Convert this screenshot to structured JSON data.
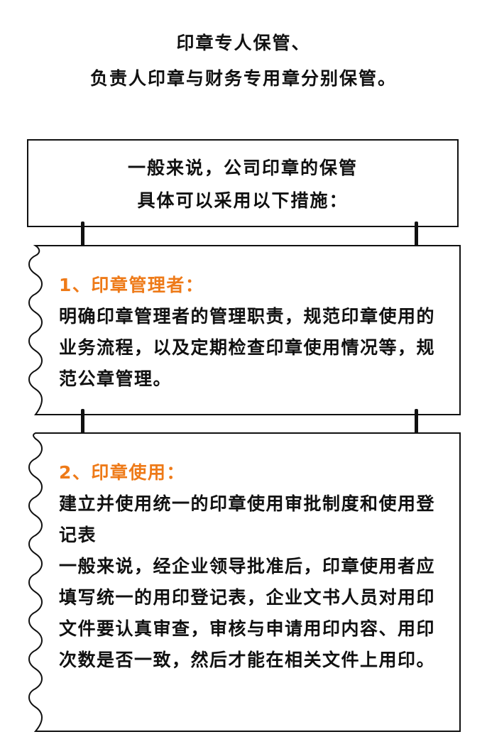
{
  "heading": {
    "line1": "印章专人保管、",
    "line2": "负责人印章与财务专用章分别保管。"
  },
  "intro": {
    "line1": "一般来说，公司印章的保管",
    "line2": "具体可以采用以下措施："
  },
  "sections": [
    {
      "title": "1、印章管理者：",
      "paragraphs": [
        "明确印章管理者的管理职责，规范印章使用的业务流程，以及定期检查印章使用情况等，规范公章管理。"
      ]
    },
    {
      "title": "2、印章使用：",
      "paragraphs": [
        "建立并使用统一的印章使用审批制度和使用登记表",
        "一般来说，经企业领导批准后，印章使用者应填写统一的用印登记表，企业文书人员对用印文件要认真审查，审核与申请用印内容、用印次数是否一致，然后才能在相关文件上用印。"
      ]
    }
  ],
  "colors": {
    "accent": "#ee7a18",
    "text": "#111111",
    "border": "#111111",
    "background": "#ffffff"
  }
}
